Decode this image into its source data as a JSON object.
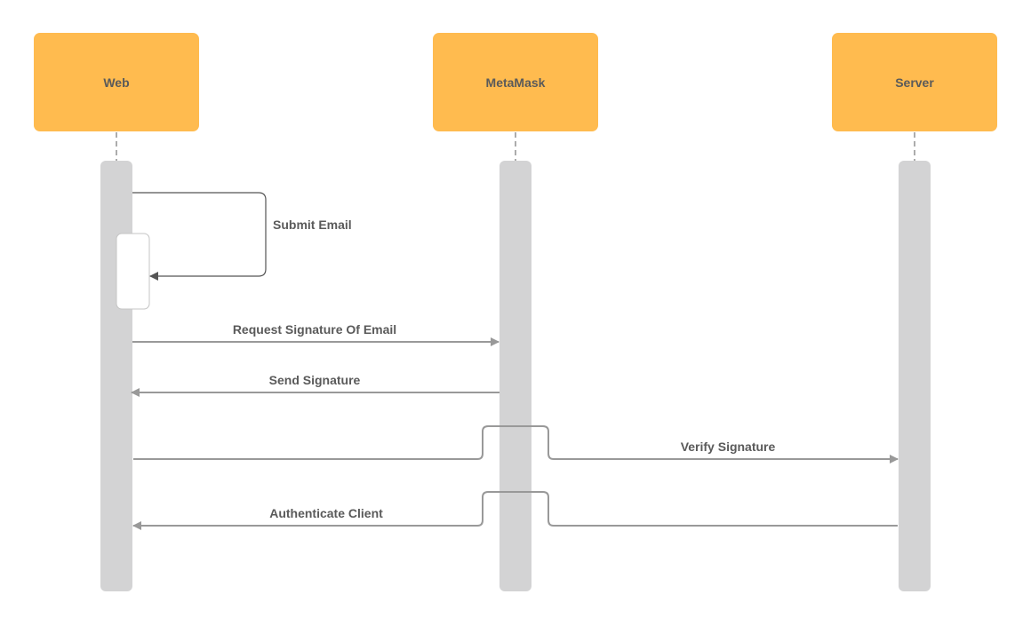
{
  "colors": {
    "actor_fill": "#ffbb4f",
    "lifeline": "#d3d3d4",
    "dashed": "#5a5a5a",
    "self_arrow": "#555555",
    "message_arrow": "#999999",
    "text": "#5a5a5a"
  },
  "actors": [
    {
      "id": "web",
      "label": "Web"
    },
    {
      "id": "metamask",
      "label": "MetaMask"
    },
    {
      "id": "server",
      "label": "Server"
    }
  ],
  "messages": [
    {
      "id": "submit-email",
      "from": "Web",
      "to": "Web",
      "label": "Submit Email"
    },
    {
      "id": "request-signature",
      "from": "Web",
      "to": "MetaMask",
      "label": "Request Signature Of Email"
    },
    {
      "id": "send-signature",
      "from": "MetaMask",
      "to": "Web",
      "label": "Send Signature"
    },
    {
      "id": "verify-signature",
      "from": "Web",
      "to": "Server",
      "label": "Verify Signature"
    },
    {
      "id": "authenticate-client",
      "from": "Server",
      "to": "Web",
      "label": "Authenticate Client"
    }
  ]
}
